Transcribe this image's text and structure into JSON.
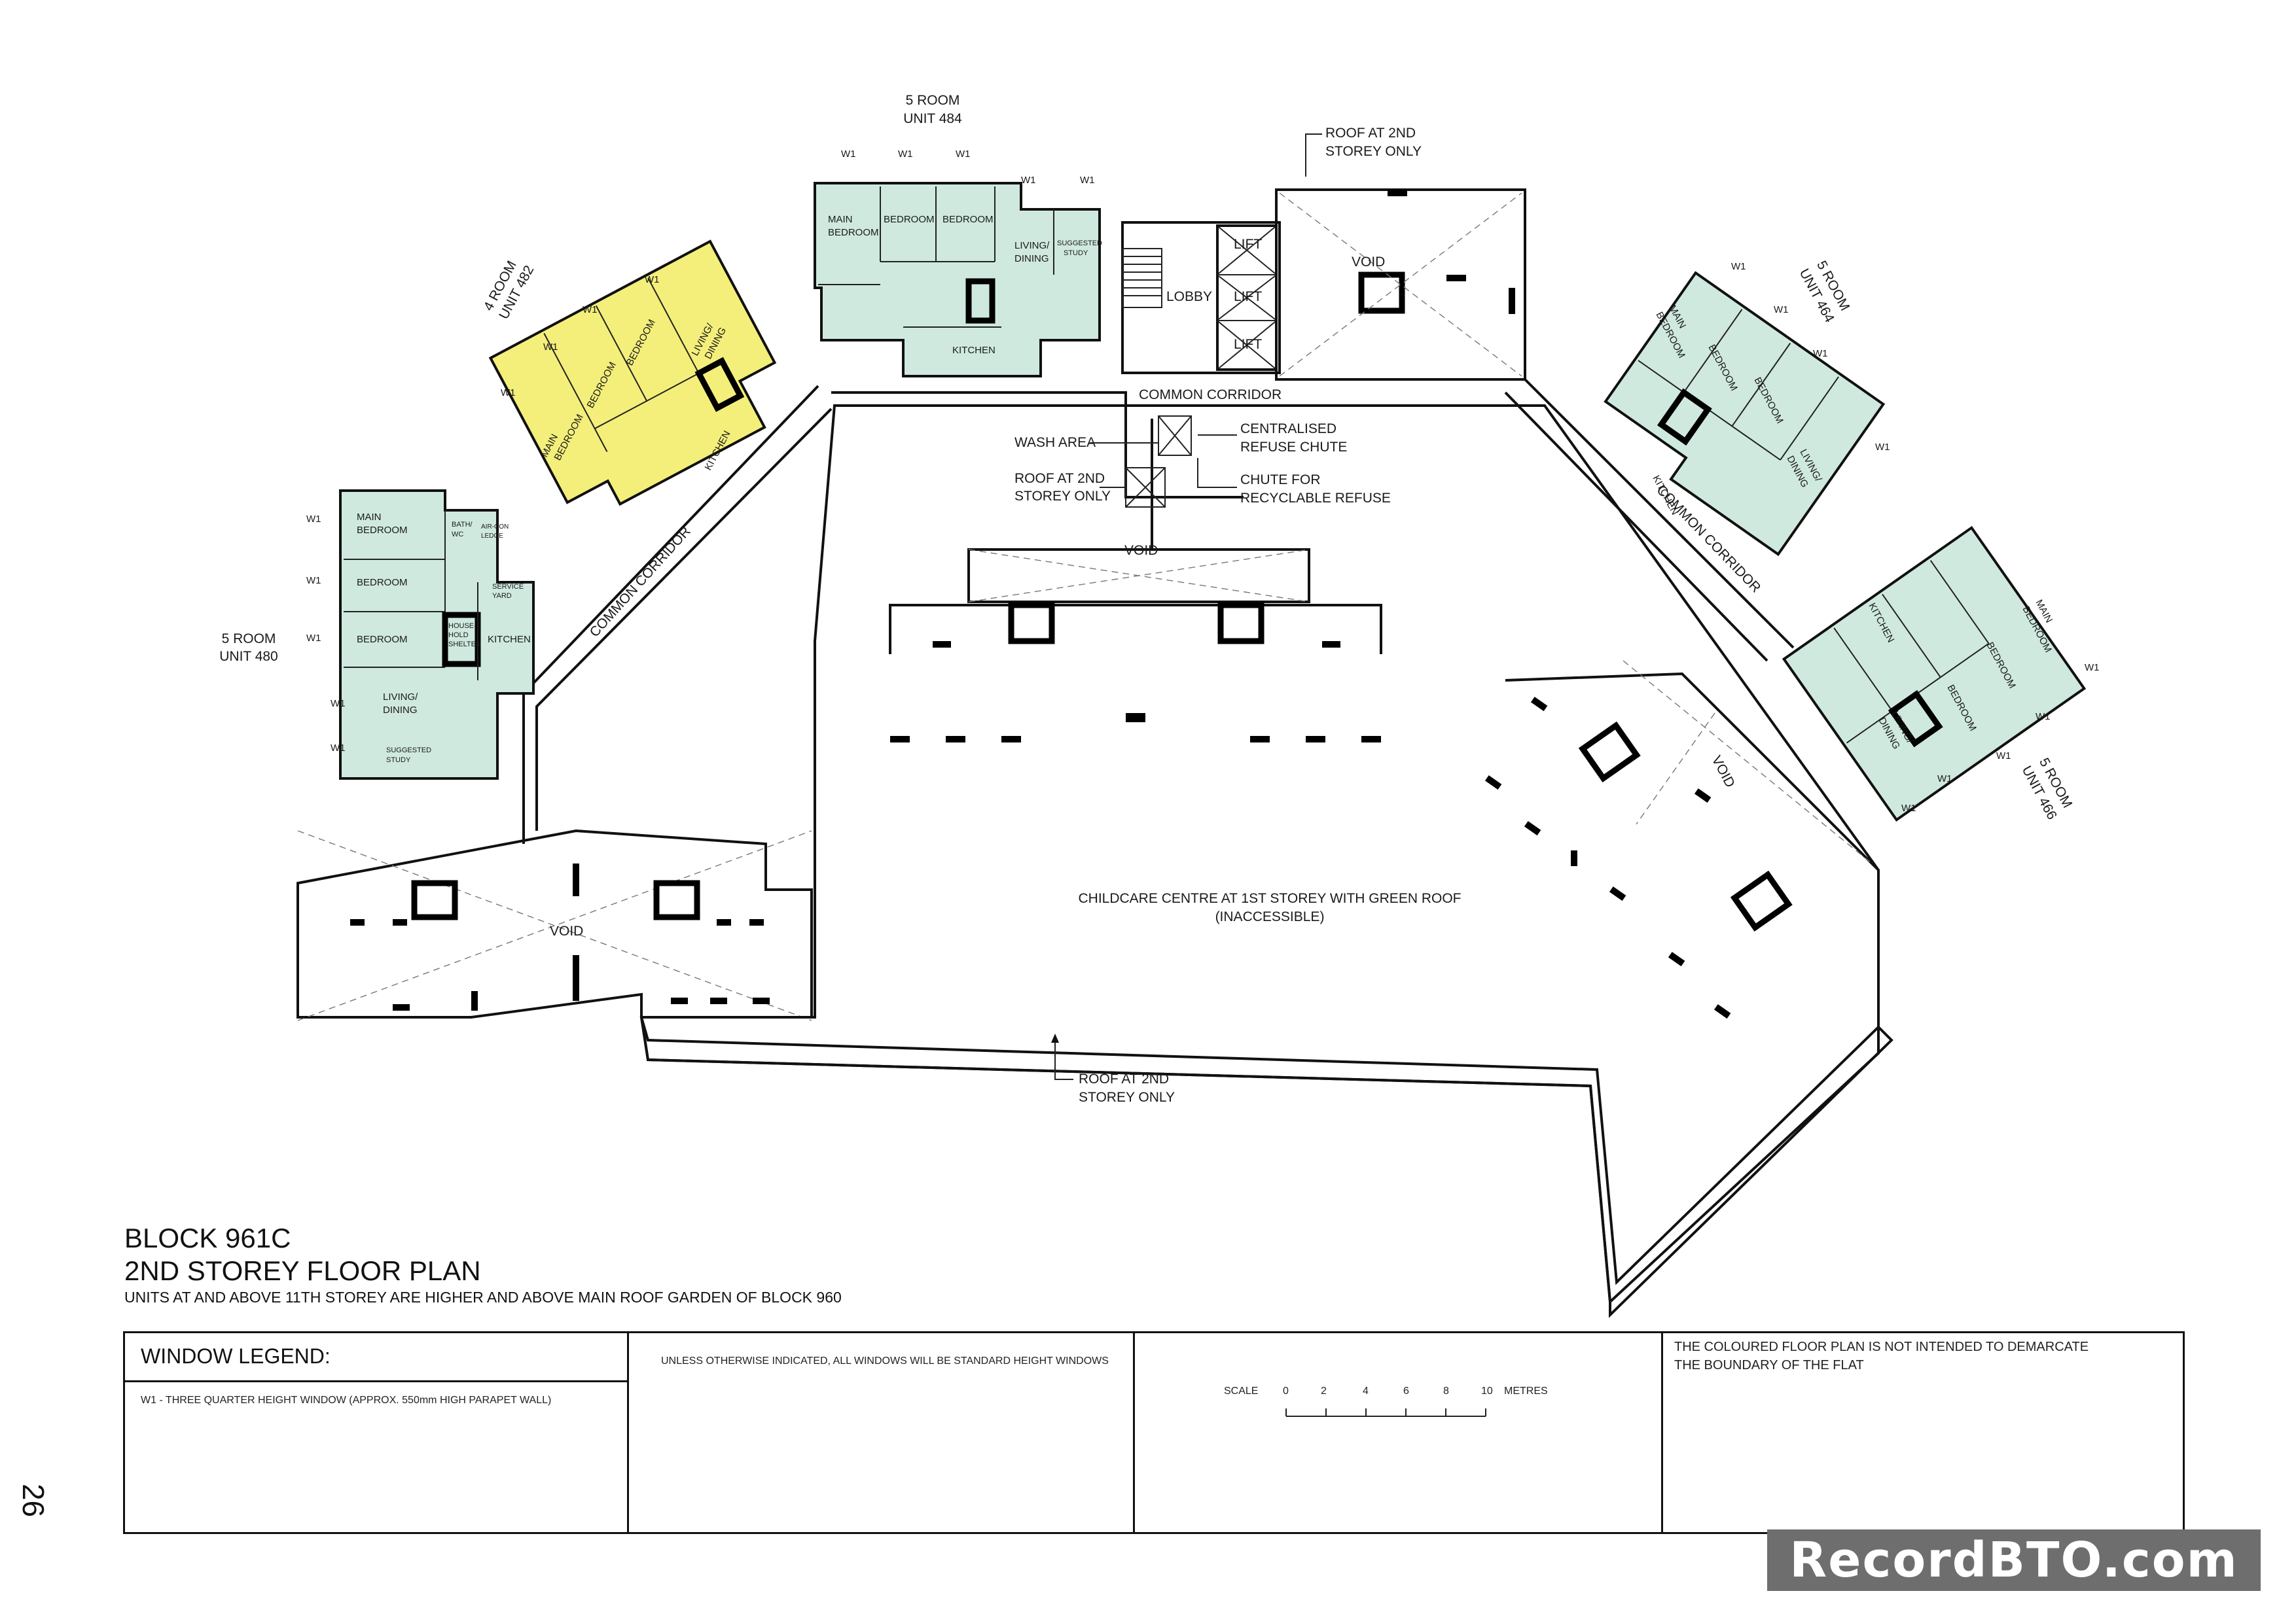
{
  "colors": {
    "unit_green": "#cfe9df",
    "unit_yellow": "#f4ef7a",
    "line": "#111111",
    "watermark_bg": "#6e6e6e"
  },
  "units": {
    "u484": {
      "type": "5 ROOM",
      "name": "UNIT 484"
    },
    "u482": {
      "type": "4 ROOM",
      "name": "UNIT 482"
    },
    "u480": {
      "type": "5 ROOM",
      "name": "UNIT 480"
    },
    "u464": {
      "type": "5 ROOM",
      "name": "UNIT 464"
    },
    "u466": {
      "type": "5 ROOM",
      "name": "UNIT 466"
    }
  },
  "rooms": {
    "main_bedroom": [
      "MAIN",
      "BEDROOM"
    ],
    "bedroom": "BEDROOM",
    "living_dining": [
      "LIVING/",
      "DINING"
    ],
    "suggested_study": [
      "SUGGESTED",
      "STUDY"
    ],
    "kitchen": "KITCHEN",
    "bath_wc": [
      "BATH/",
      "WC"
    ],
    "household_shelter": [
      "HOUSE-",
      "HOLD",
      "SHELTER"
    ],
    "service_yard": [
      "SERVICE",
      "YARD"
    ],
    "aircon_ledge": [
      "AIR-CON",
      "LEDGE"
    ]
  },
  "window_tag": "W1",
  "core": {
    "lobby": "LOBBY",
    "lift": "LIFT",
    "void": "VOID",
    "common_corridor": "COMMON CORRIDOR"
  },
  "annotations": {
    "roof_top": [
      "ROOF AT 2ND",
      "STOREY ONLY"
    ],
    "wash_area": "WASH AREA",
    "refuse_chute": [
      "CENTRALISED",
      "REFUSE CHUTE"
    ],
    "roof_mid": [
      "ROOF AT 2ND",
      "STOREY ONLY"
    ],
    "recycle_chute": [
      "CHUTE FOR",
      "RECYCLABLE REFUSE"
    ],
    "childcare": [
      "CHILDCARE CENTRE AT 1ST STOREY WITH GREEN ROOF",
      "(INACCESSIBLE)"
    ],
    "roof_bottom": [
      "ROOF AT 2ND",
      "STOREY ONLY"
    ]
  },
  "title": {
    "block": "BLOCK 961C",
    "plan": "2ND STOREY FLOOR PLAN",
    "note": "UNITS AT AND ABOVE 11TH STOREY ARE HIGHER AND ABOVE MAIN ROOF GARDEN OF BLOCK 960"
  },
  "legend": {
    "heading": "WINDOW LEGEND:",
    "w1": "W1  -  THREE QUARTER HEIGHT WINDOW (APPROX. 550mm HIGH PARAPET WALL)",
    "standard": "UNLESS OTHERWISE INDICATED,  ALL WINDOWS WILL BE STANDARD HEIGHT WINDOWS",
    "scale_label": "SCALE",
    "scale_ticks": [
      "0",
      "2",
      "4",
      "6",
      "8",
      "10"
    ],
    "scale_unit": "METRES",
    "disclaimer": [
      "THE COLOURED FLOOR PLAN IS NOT INTENDED TO DEMARCATE",
      "THE BOUNDARY OF THE FLAT"
    ]
  },
  "page_number": "26",
  "watermark": "RecordBTO.com"
}
